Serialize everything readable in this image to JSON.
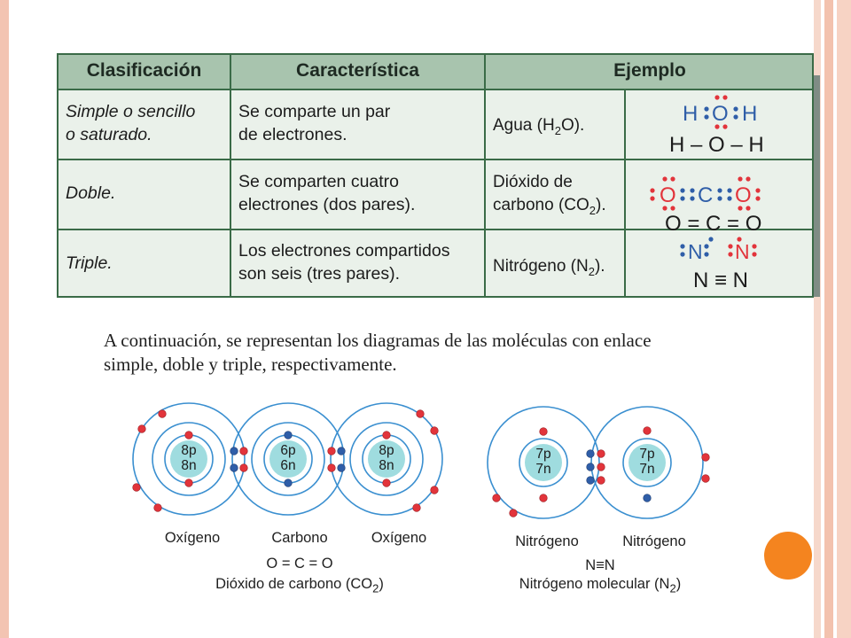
{
  "table": {
    "headers": [
      "Clasificación",
      "Característica",
      "Ejemplo"
    ],
    "rows": [
      {
        "clasificacion": [
          "Simple o sencillo",
          "o saturado."
        ],
        "caracteristica": [
          "Se comparte un par",
          "de electrones."
        ],
        "ejemplo_name": "Agua (H",
        "ejemplo_sub": "2",
        "ejemplo_tail": "O).",
        "lewis_formula": "H – O – H"
      },
      {
        "clasificacion": [
          "Doble."
        ],
        "caracteristica": [
          "Se comparten cuatro",
          "electrones (dos pares)."
        ],
        "ejemplo_name_line1": "Dióxido de",
        "ejemplo_name_line2": "carbono (CO",
        "ejemplo_sub": "2",
        "ejemplo_tail": ").",
        "lewis_formula": "O = C = O"
      },
      {
        "clasificacion": [
          "Triple."
        ],
        "caracteristica": [
          "Los electrones compartidos",
          "son seis (tres pares)."
        ],
        "ejemplo_name": "Nitrógeno (N",
        "ejemplo_sub": "2",
        "ejemplo_tail": ").",
        "lewis_formula": "N ≡ N"
      }
    ],
    "lewis_symbols": {
      "H": "H",
      "O": "O",
      "C": "C",
      "N": "N"
    }
  },
  "paragraph": [
    "A continuación, se representan los diagramas de las moléculas con enlace",
    "simple, doble y triple, respectivamente."
  ],
  "co2_diagram": {
    "nuclei": [
      {
        "p": "8p",
        "n": "8n"
      },
      {
        "p": "6p",
        "n": "6n"
      },
      {
        "p": "8p",
        "n": "8n"
      }
    ],
    "atom_labels": [
      "Oxígeno",
      "Carbono",
      "Oxígeno"
    ],
    "formula": "O = C = O",
    "name": "Dióxido de carbono (CO",
    "name_sub": "2",
    "name_tail": ")"
  },
  "n2_diagram": {
    "nuclei": [
      {
        "p": "7p",
        "n": "7n"
      },
      {
        "p": "7p",
        "n": "7n"
      }
    ],
    "atom_labels": [
      "Nitrógeno",
      "Nitrógeno"
    ],
    "formula": "N≡N",
    "name": "Nitrógeno molecular (N",
    "name_sub": "2",
    "name_tail": ")"
  },
  "colors": {
    "accent_orange": "#f4841f",
    "header_green": "#a8c4ae",
    "border_green": "#3a6b47",
    "electron_red": "#e2343b",
    "electron_blue": "#2f5ea8",
    "orbit_blue": "#3a8fd0",
    "nucleus_teal": "#9fdcdf"
  }
}
